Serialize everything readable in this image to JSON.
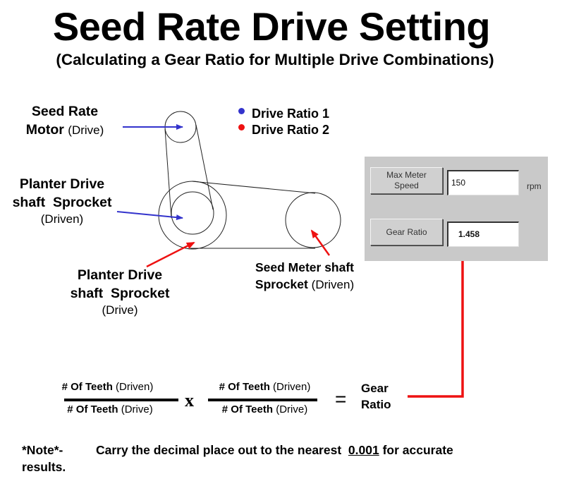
{
  "header": {
    "title": "Seed Rate Drive Setting",
    "subtitle": "(Calculating a Gear Ratio for Multiple Drive Combinations)"
  },
  "legend": [
    {
      "label": "Drive Ratio 1",
      "color": "#3333cc"
    },
    {
      "label": "Drive Ratio 2",
      "color": "#ee1111"
    }
  ],
  "labels": {
    "seed_rate_motor": {
      "line1": "Seed Rate",
      "line2_bold": "Motor",
      "line2_normal": "(Drive)"
    },
    "planter_driven": {
      "line1": "Planter Drive",
      "line2": "shaft  Sprocket",
      "line3": "(Driven)"
    },
    "planter_drive": {
      "line1": "Planter Drive",
      "line2": "shaft  Sprocket",
      "line3": "(Drive)"
    },
    "seed_meter": {
      "line1": "Seed Meter shaft",
      "line2_bold": "Sprocket",
      "line2_normal": "(Driven)"
    }
  },
  "panel": {
    "max_meter_speed_label": "Max Meter Speed",
    "max_meter_speed_value": "150",
    "max_meter_speed_unit": "rpm",
    "gear_ratio_label": "Gear Ratio",
    "gear_ratio_value": "1.458"
  },
  "formula": {
    "frac1_num_bold": "# Of Teeth",
    "frac1_num_normal": "(Driven)",
    "frac1_den_bold": "# Of Teeth",
    "frac1_den_normal": "(Drive)",
    "times": "x",
    "frac2_num_bold": "# Of Teeth",
    "frac2_num_normal": "(Driven)",
    "frac2_den_bold": "# Of Teeth",
    "frac2_den_normal": "(Drive)",
    "equals": "=",
    "result_line1": "Gear",
    "result_line2": "Ratio"
  },
  "note": {
    "prefix": "*Note*-",
    "text_before": "Carry the decimal place out to the nearest",
    "highlight": "0.001",
    "text_after": "for accurate",
    "line2": "results."
  },
  "colors": {
    "blue_arrow": "#3333cc",
    "red_arrow": "#ee1111",
    "panel_bg": "#c9c9c9"
  }
}
